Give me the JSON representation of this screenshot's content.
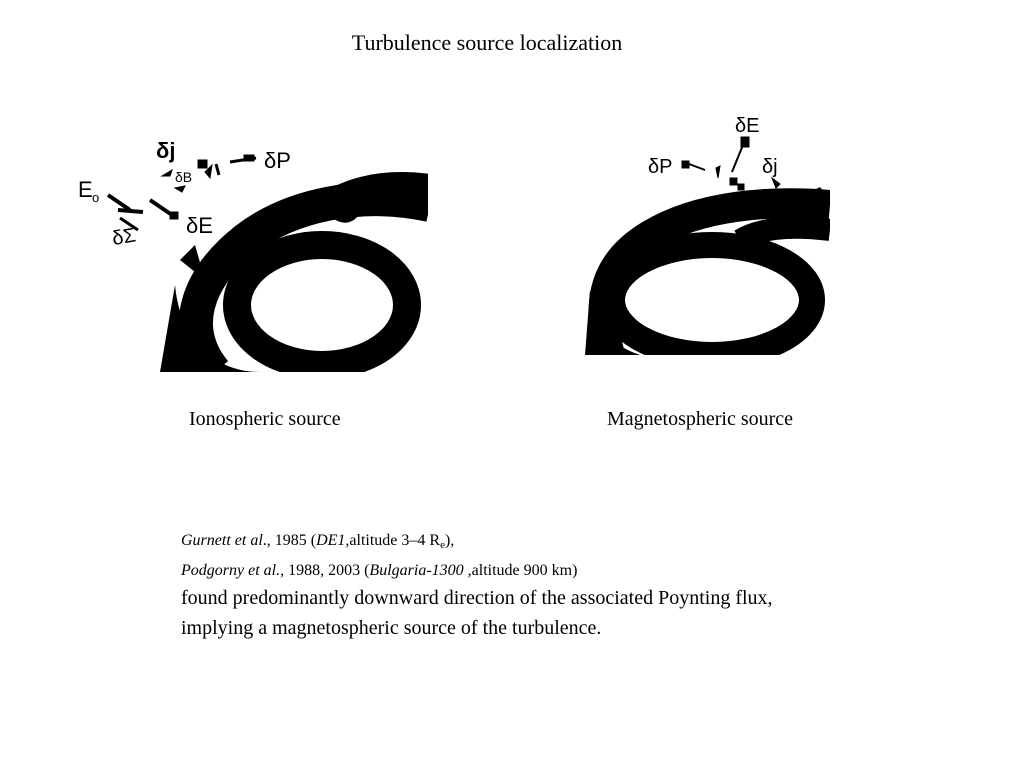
{
  "title": "Turbulence source localization",
  "diagrams": {
    "ionospheric": {
      "labels": {
        "dj": "δj",
        "dp": "δP",
        "db": "δB",
        "e0": "E",
        "e0_sub": "o",
        "de": "δE",
        "dsigma": "δΣ"
      },
      "caption": "Ionospheric source"
    },
    "magnetospheric": {
      "labels": {
        "de": "δE",
        "dp": "δP",
        "dj": "δj"
      },
      "caption": "Magnetospheric source"
    }
  },
  "references": {
    "ref1": {
      "authors": "Gurnett et al",
      "after_authors": "., 1985 (",
      "mission": "DE1,",
      "detail": "altitude 3–4 R",
      "subscript": "e",
      "tail": "),"
    },
    "ref2": {
      "authors": "Podgorny et al.",
      "after_authors": ", 1988, 2003 (",
      "mission": "Bulgaria-1300 ,",
      "detail": "altitude 900 km)"
    },
    "conclusion_line1": "found predominantly downward direction of the associated Poynting flux,",
    "conclusion_line2": "implying a magnetospheric source of the turbulence."
  },
  "colors": {
    "ink": "#000000",
    "background": "#ffffff"
  },
  "icons": [
    "arrow-icon"
  ]
}
